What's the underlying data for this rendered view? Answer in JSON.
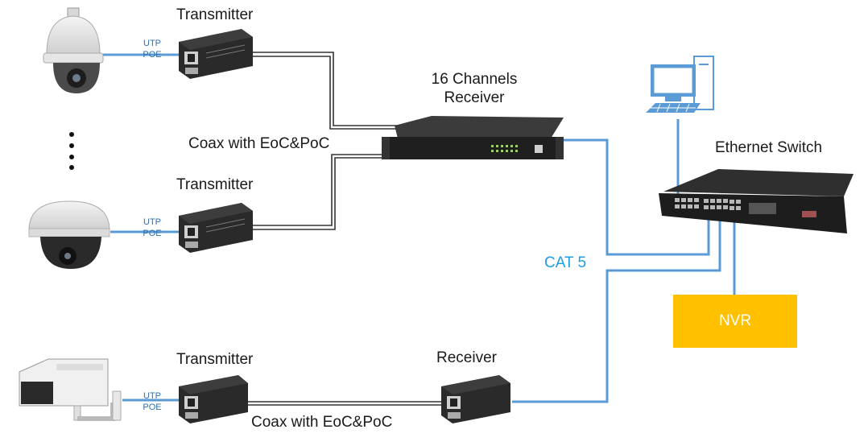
{
  "labels": {
    "transmitter_1": "Transmitter",
    "transmitter_2": "Transmitter",
    "transmitter_3": "Transmitter",
    "receiver_16_line1": "16 Channels",
    "receiver_16_line2": "Receiver",
    "receiver": "Receiver",
    "coax_1": "Coax with EoC&PoC",
    "coax_2": "Coax with EoC&PoC",
    "ethernet_switch": "Ethernet Switch",
    "cat5": "CAT 5",
    "nvr": "NVR"
  },
  "cameras": [
    {
      "utp": "UTP",
      "poe": "POE"
    },
    {
      "utp": "UTP",
      "poe": "POE"
    },
    {
      "utp": "UTP",
      "poe": "POE"
    }
  ],
  "colors": {
    "cat5_cable": "#5b9bd5",
    "coax_cable": "#333333",
    "nvr_box": "#ffc000",
    "cat5_text": "#1e9de0",
    "poe_text": "#2f6fb0",
    "monitor": "#5b9bd5",
    "device_body": "#2a2a2a"
  },
  "icons": [
    "ptz-dome-camera",
    "dome-camera",
    "box-camera",
    "transmitter-device",
    "receiver-device",
    "16-channel-receiver",
    "ethernet-switch",
    "desktop-computer"
  ]
}
